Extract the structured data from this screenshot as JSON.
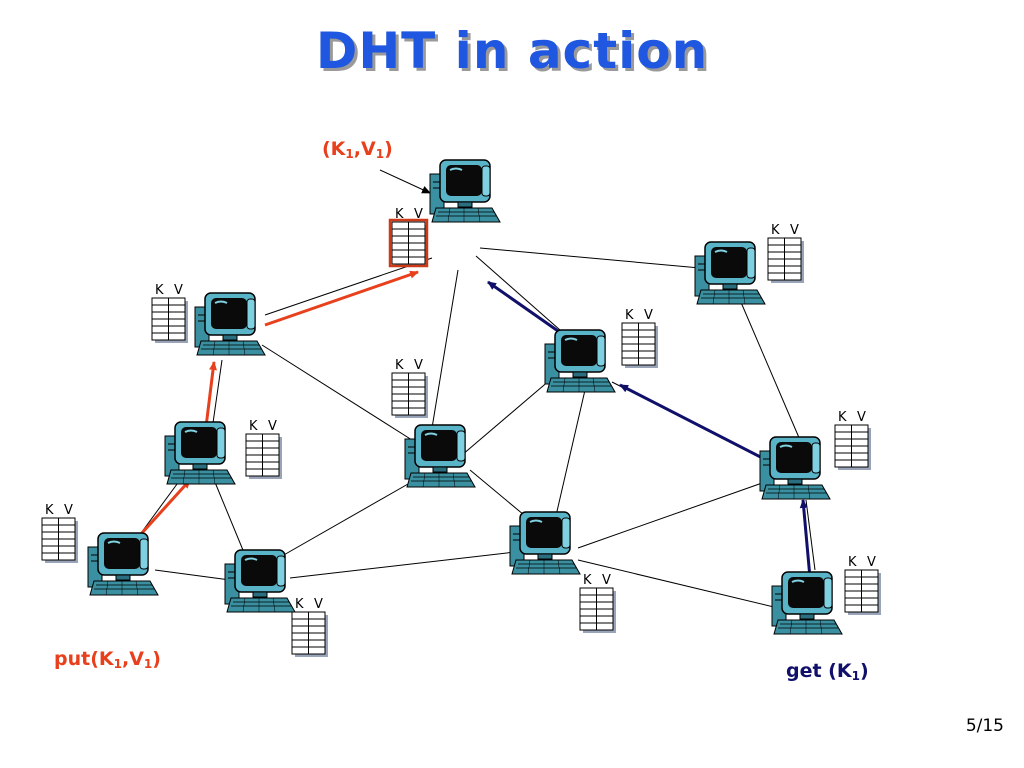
{
  "slide": {
    "title": "DHT in action",
    "page_number": "5/15"
  },
  "labels": {
    "kv_top": {
      "pre": "(K",
      "sub1": "1",
      "mid": ",V",
      "sub2": "1",
      "post": ")"
    },
    "put": {
      "pre": "put(K",
      "sub1": "1",
      "mid": ",V",
      "sub2": "1",
      "post": ")"
    },
    "get": {
      "pre": "get (K",
      "sub1": "1",
      "post": ")"
    }
  },
  "table_header": {
    "k": "K",
    "v": "V"
  },
  "colors": {
    "title": "#1f57e0",
    "put_arrow": "#e8401c",
    "get_arrow": "#10106a",
    "highlight_table": "#cc3a1a"
  },
  "icons": {
    "node": "computer-icon",
    "table": "key-value-table-icon"
  }
}
